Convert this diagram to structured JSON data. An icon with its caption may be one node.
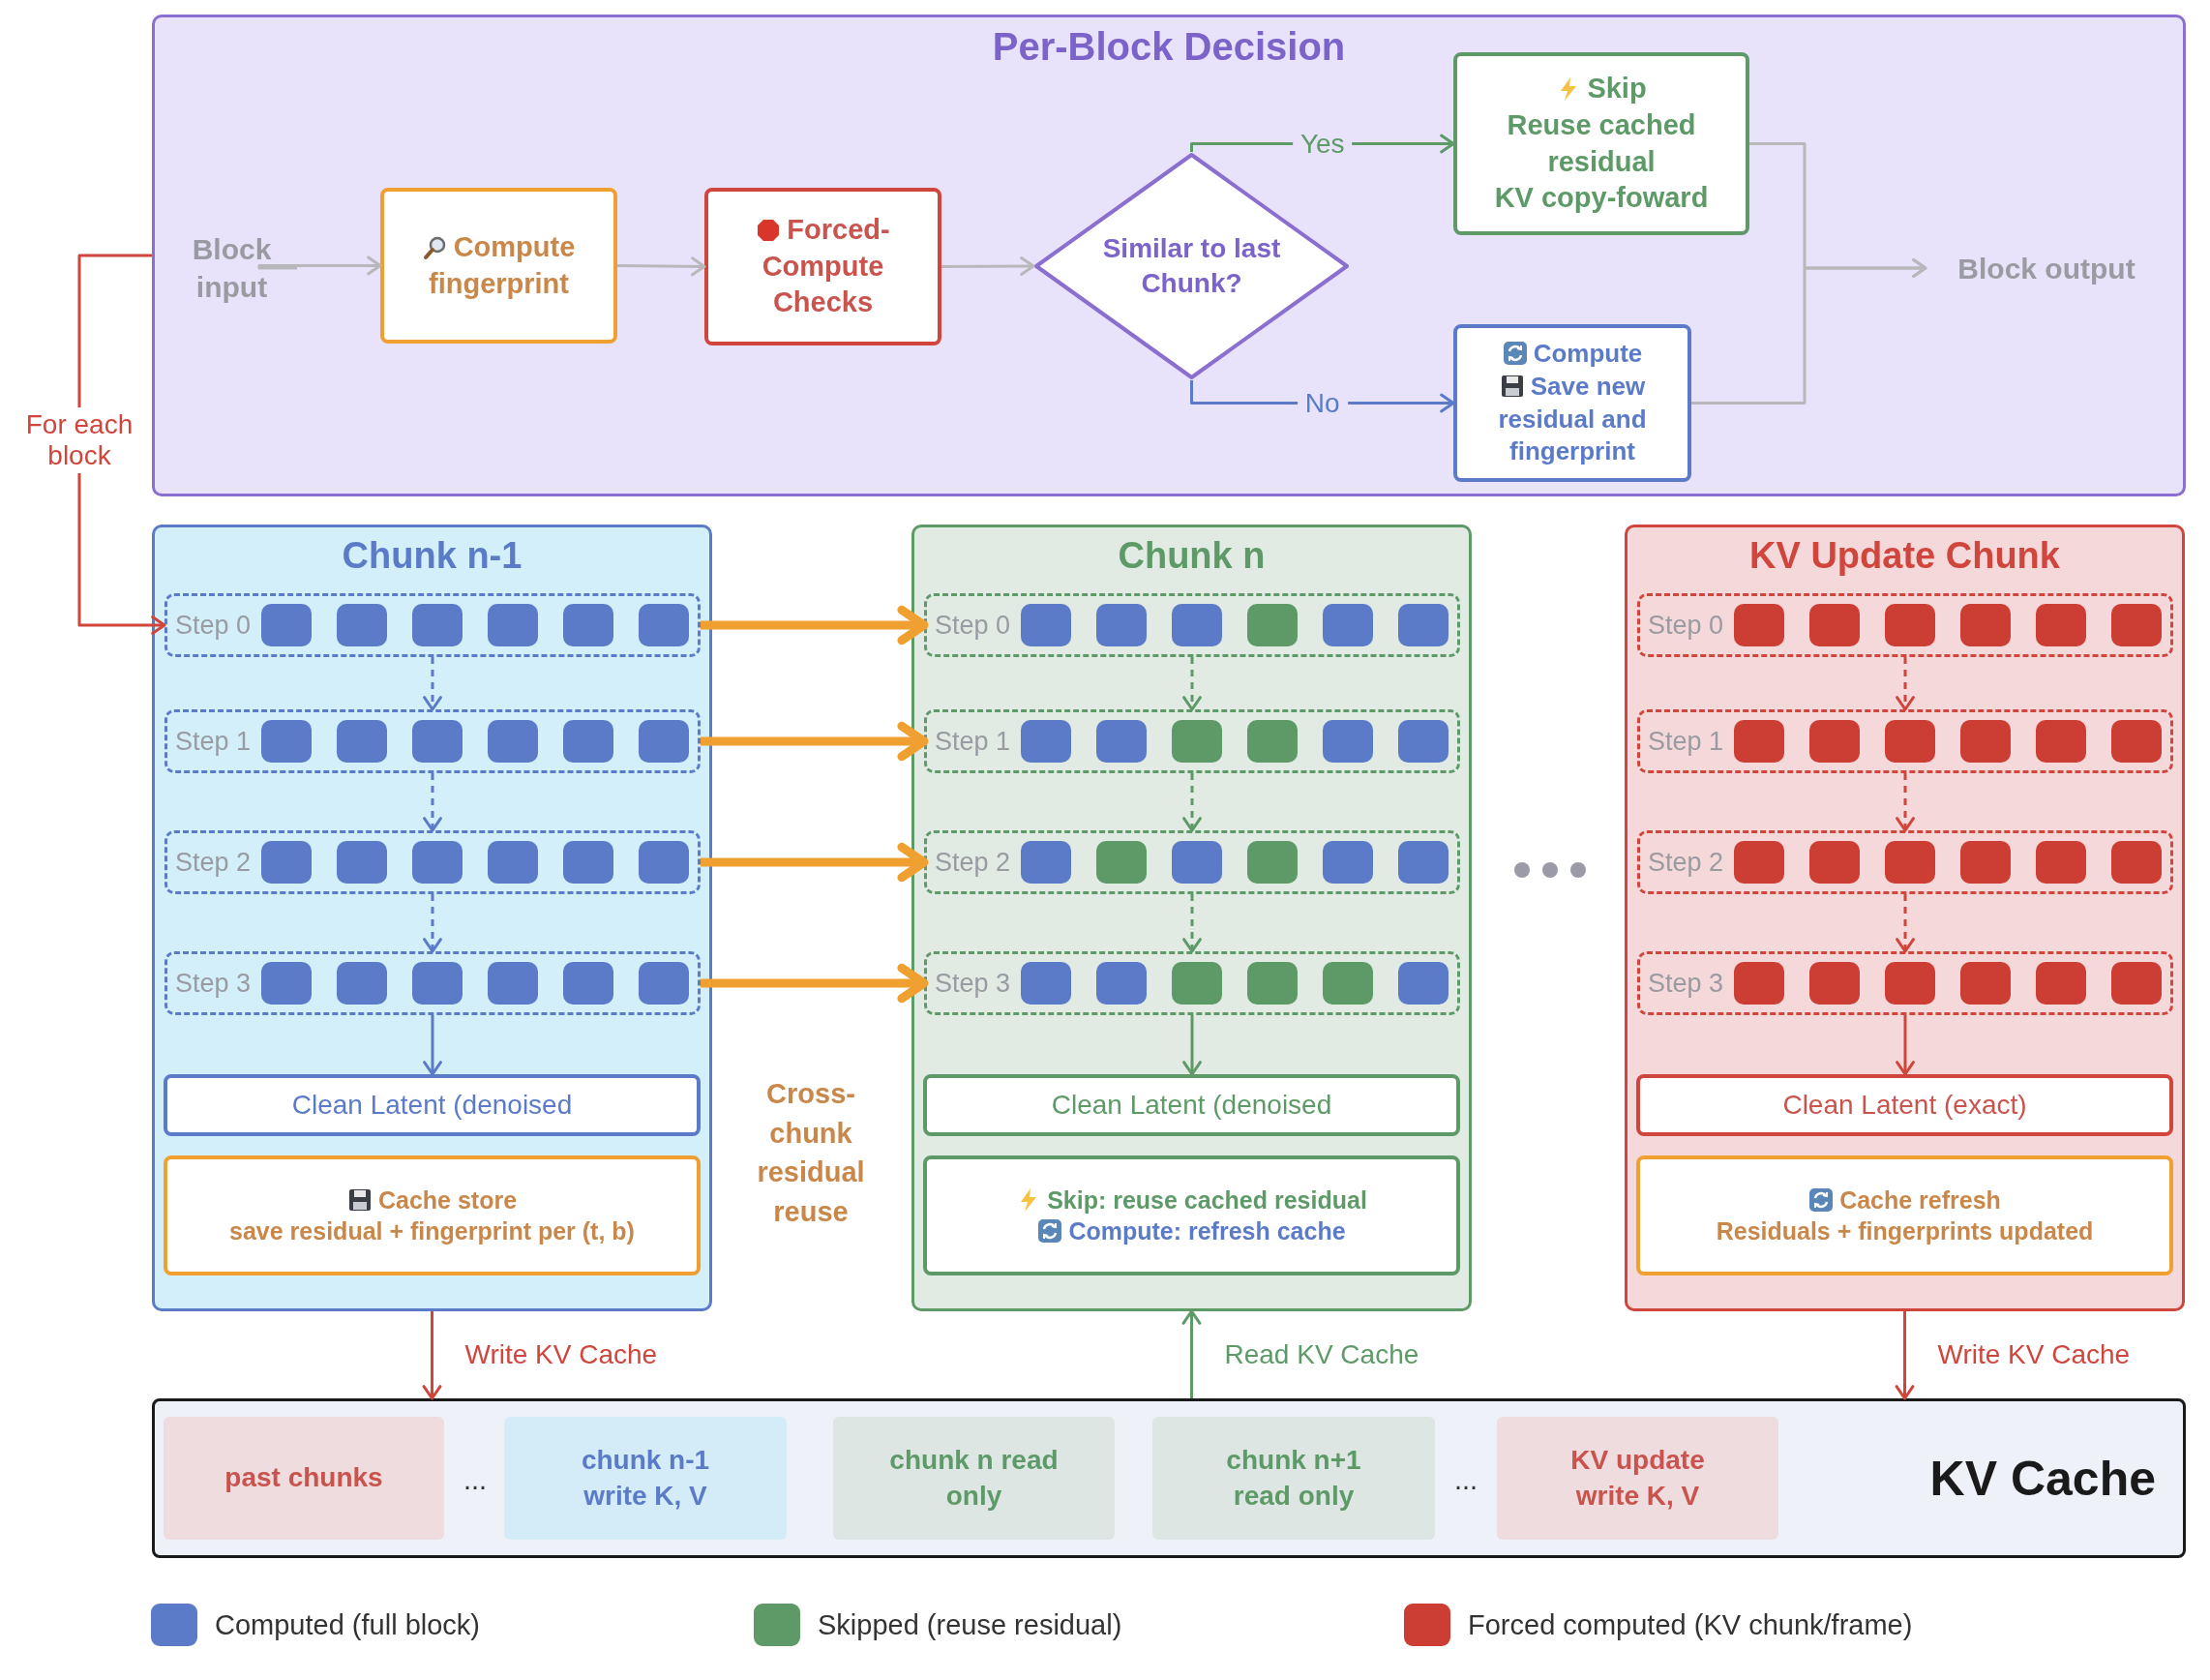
{
  "diagram": {
    "nodes": [
      {
        "text": [
          "Per-Block Decision"
        ]
      },
      {
        "text": [
          "Block input"
        ],
        "in": 0
      },
      {
        "text": [
          "Compute fingerprint"
        ],
        "in": 0
      },
      {
        "text": [
          "Forced-Compute Checks"
        ],
        "in": 0
      },
      {
        "text": [
          "Similar to last Chunk?"
        ],
        "in": 0
      },
      {
        "text": [
          "Skip",
          "Reuse cached residual",
          "KV copy-foward"
        ],
        "in": 0
      },
      {
        "text": [
          "Compute",
          "Save new residual and fingerprint"
        ],
        "in": 0
      },
      {
        "text": [
          "Block output"
        ],
        "in": 0
      },
      {
        "text": [
          "Chunk n-1"
        ]
      },
      {
        "text": [
          "Step 0"
        ],
        "in": 8
      },
      {
        "text": [],
        "shape": "box",
        "in": 9
      },
      {
        "text": [],
        "shape": "box",
        "in": 9
      },
      {
        "text": [],
        "shape": "box",
        "in": 9
      },
      {
        "text": [],
        "shape": "box",
        "in": 9
      },
      {
        "text": [],
        "shape": "box",
        "in": 9
      },
      {
        "text": [],
        "shape": "box",
        "in": 9
      },
      {
        "text": [
          "Step 1"
        ],
        "in": 8
      },
      {
        "text": [],
        "shape": "box",
        "in": 16
      },
      {
        "text": [],
        "shape": "box",
        "in": 16
      },
      {
        "text": [],
        "shape": "box",
        "in": 16
      },
      {
        "text": [],
        "shape": "box",
        "in": 16
      },
      {
        "text": [],
        "shape": "box",
        "in": 16
      },
      {
        "text": [],
        "shape": "box",
        "in": 16
      },
      {
        "text": [
          "Step 2"
        ],
        "in": 8
      },
      {
        "text": [],
        "shape": "box",
        "in": 23
      },
      {
        "text": [],
        "shape": "box",
        "in": 23
      },
      {
        "text": [],
        "shape": "box",
        "in": 23
      },
      {
        "text": [],
        "shape": "box",
        "in": 23
      },
      {
        "text": [],
        "shape": "box",
        "in": 23
      },
      {
        "text": [],
        "shape": "box",
        "in": 23
      },
      {
        "text": [
          "Step 3"
        ],
        "in": 8
      },
      {
        "text": [],
        "shape": "box",
        "in": 30
      },
      {
        "text": [],
        "shape": "box",
        "in": 30
      },
      {
        "text": [],
        "shape": "box",
        "in": 30
      },
      {
        "text": [],
        "shape": "box",
        "in": 30
      },
      {
        "text": [],
        "shape": "box",
        "in": 30
      },
      {
        "text": [],
        "shape": "box",
        "in": 30
      },
      {
        "text": [
          "Clean Latent (denoised"
        ],
        "in": 8
      },
      {
        "text": [
          "Cache store",
          "save residual + fingerprint per (t, b)"
        ],
        "in": 8
      },
      {
        "text": [
          "Chunk n"
        ]
      },
      {
        "text": [
          "Step 0"
        ],
        "in": 39
      },
      {
        "text": [],
        "shape": "box",
        "in": 40
      },
      {
        "text": [],
        "shape": "box",
        "in": 40
      },
      {
        "text": [],
        "shape": "box",
        "in": 40
      },
      {
        "text": [],
        "shape": "box",
        "in": 40
      },
      {
        "text": [],
        "shape": "box",
        "in": 40
      },
      {
        "text": [],
        "shape": "box",
        "in": 40
      },
      {
        "text": [
          "Step 1"
        ],
        "in": 39
      },
      {
        "text": [],
        "shape": "box",
        "in": 47
      },
      {
        "text": [],
        "shape": "box",
        "in": 47
      },
      {
        "text": [],
        "shape": "box",
        "in": 47
      },
      {
        "text": [],
        "shape": "box",
        "in": 47
      },
      {
        "text": [],
        "shape": "box",
        "in": 47
      },
      {
        "text": [],
        "shape": "box",
        "in": 47
      },
      {
        "text": [
          "Step 2"
        ],
        "in": 39
      },
      {
        "text": [],
        "shape": "box",
        "in": 54
      },
      {
        "text": [],
        "shape": "box",
        "in": 54
      },
      {
        "text": [],
        "shape": "box",
        "in": 54
      },
      {
        "text": [],
        "shape": "box",
        "in": 54
      },
      {
        "text": [],
        "shape": "box",
        "in": 54
      },
      {
        "text": [],
        "shape": "box",
        "in": 54
      },
      {
        "text": [
          "Step 3"
        ],
        "in": 39
      },
      {
        "text": [],
        "shape": "box",
        "in": 61
      },
      {
        "text": [],
        "shape": "box",
        "in": 61
      },
      {
        "text": [],
        "shape": "box",
        "in": 61
      },
      {
        "text": [],
        "shape": "box",
        "in": 61
      },
      {
        "text": [],
        "shape": "box",
        "in": 61
      },
      {
        "text": [],
        "shape": "box",
        "in": 61
      },
      {
        "text": [
          "Clean Latent (denoised"
        ],
        "in": 39
      },
      {
        "text": [
          "Skip: reuse cached residual",
          "Compute: refresh cache"
        ],
        "in": 39
      },
      {
        "text": [
          "KV Update Chunk"
        ]
      },
      {
        "text": [
          "Step 0"
        ],
        "in": 70
      },
      {
        "text": [],
        "shape": "box",
        "in": 71
      },
      {
        "text": [],
        "shape": "box",
        "in": 71
      },
      {
        "text": [],
        "shape": "box",
        "in": 71
      },
      {
        "text": [],
        "shape": "box",
        "in": 71
      },
      {
        "text": [],
        "shape": "box",
        "in": 71
      },
      {
        "text": [],
        "shape": "box",
        "in": 71
      },
      {
        "text": [
          "Step 1"
        ],
        "in": 70
      },
      {
        "text": [],
        "shape": "box",
        "in": 78
      },
      {
        "text": [],
        "shape": "box",
        "in": 78
      },
      {
        "text": [],
        "shape": "box",
        "in": 78
      },
      {
        "text": [],
        "shape": "box",
        "in": 78
      },
      {
        "text": [],
        "shape": "box",
        "in": 78
      },
      {
        "text": [],
        "shape": "box",
        "in": 78
      },
      {
        "text": [
          "Step 2"
        ],
        "in": 70
      },
      {
        "text": [],
        "shape": "box",
        "in": 85
      },
      {
        "text": [],
        "shape": "box",
        "in": 85
      },
      {
        "text": [],
        "shape": "box",
        "in": 85
      },
      {
        "text": [],
        "shape": "box",
        "in": 85
      },
      {
        "text": [],
        "shape": "box",
        "in": 85
      },
      {
        "text": [],
        "shape": "box",
        "in": 85
      },
      {
        "text": [
          "Step 3"
        ],
        "in": 70
      },
      {
        "text": [],
        "shape": "box",
        "in": 92
      },
      {
        "text": [],
        "shape": "box",
        "in": 92
      },
      {
        "text": [],
        "shape": "box",
        "in": 92
      },
      {
        "text": [],
        "shape": "box",
        "in": 92
      },
      {
        "text": [],
        "shape": "box",
        "in": 92
      },
      {
        "text": [],
        "shape": "box",
        "in": 92
      },
      {
        "text": [
          "Clean Latent (exact)"
        ],
        "in": 70
      },
      {
        "text": [
          "Cache refresh",
          "Residuals + fingerprints updated"
        ],
        "in": 70
      },
      {
        "text": [
          "KV Cache"
        ]
      },
      {
        "text": [
          "past chunks"
        ],
        "in": 101
      },
      {
        "text": [
          "chunk n-1 write K, V"
        ],
        "in": 101
      },
      {
        "text": [
          "chunk n read only"
        ],
        "in": 101
      },
      {
        "text": [
          "chunk n+1 read only"
        ],
        "in": 101
      },
      {
        "text": [
          "KV update write K, V"
        ],
        "in": 101
      }
    ],
    "edges": [
      {
        "from": 1,
        "to": 2,
        "arrow": "to",
        "color": "#b8b8bc"
      },
      {
        "from": 2,
        "to": 3,
        "arrow": "to",
        "color": "#b8b8bc"
      },
      {
        "from": 3,
        "to": 4,
        "arrow": "to",
        "color": "#b8b8bc"
      },
      {
        "from": 4,
        "to": 5,
        "arrow": "to",
        "label": "Yes",
        "color": "#5e9a68"
      },
      {
        "from": 4,
        "to": 6,
        "arrow": "to",
        "label": "No",
        "color": "#5b7bc8"
      },
      {
        "from": 5,
        "to": 7,
        "arrow": "to",
        "color": "#b8b8bc"
      },
      {
        "from": 6,
        "to": 7,
        "arrow": "to",
        "color": "#b8b8bc"
      },
      {
        "from": 0,
        "to": 9,
        "arrow": "to",
        "label": "For each block",
        "color": "#d0453c"
      },
      {
        "from": 9,
        "to": 16,
        "arrow": "to",
        "style": "dashed",
        "color": "#5b7bc8"
      },
      {
        "from": 16,
        "to": 23,
        "arrow": "to",
        "style": "dashed",
        "color": "#5b7bc8"
      },
      {
        "from": 23,
        "to": 30,
        "arrow": "to",
        "style": "dashed",
        "color": "#5b7bc8"
      },
      {
        "from": 30,
        "to": 37,
        "arrow": "to",
        "color": "#5b7bc8"
      },
      {
        "from": 9,
        "to": 40,
        "arrow": "to",
        "style": "thick",
        "color": "#f0a030"
      },
      {
        "from": 16,
        "to": 47,
        "arrow": "to",
        "style": "thick",
        "color": "#f0a030"
      },
      {
        "from": 23,
        "to": 54,
        "arrow": "to",
        "style": "thick",
        "color": "#f0a030"
      },
      {
        "from": 30,
        "to": 61,
        "arrow": "to",
        "style": "thick",
        "color": "#f0a030"
      },
      {
        "from": 40,
        "to": 47,
        "arrow": "to",
        "style": "dashed",
        "color": "#5e9a68"
      },
      {
        "from": 47,
        "to": 54,
        "arrow": "to",
        "style": "dashed",
        "color": "#5e9a68"
      },
      {
        "from": 54,
        "to": 61,
        "arrow": "to",
        "style": "dashed",
        "color": "#5e9a68"
      },
      {
        "from": 61,
        "to": 68,
        "arrow": "to",
        "color": "#5e9a68"
      },
      {
        "from": 71,
        "to": 78,
        "arrow": "to",
        "style": "dashed",
        "color": "#d0453c"
      },
      {
        "from": 78,
        "to": 85,
        "arrow": "to",
        "style": "dashed",
        "color": "#d0453c"
      },
      {
        "from": 85,
        "to": 92,
        "arrow": "to",
        "style": "dashed",
        "color": "#d0453c"
      },
      {
        "from": 92,
        "to": 99,
        "arrow": "to",
        "color": "#d0453c"
      },
      {
        "from": 8,
        "to": 101,
        "arrow": "to",
        "label": "Write KV Cache",
        "color": "#d0453c"
      },
      {
        "from": 101,
        "to": 39,
        "arrow": "to",
        "label": "Read KV Cache",
        "color": "#5e9a68"
      },
      {
        "from": 70,
        "to": 101,
        "arrow": "to",
        "label": "Write KV Cache",
        "color": "#d0453c"
      }
    ],
    "labels": [
      "Cross-chunk residual reuse",
      "...",
      "..."
    ],
    "legend": [
      {
        "text": "Computed (full block)",
        "color": "#5b7bc8"
      },
      {
        "text": "Skipped (reuse residual)",
        "color": "#5e9a68"
      },
      {
        "text": "Forced computed (KV chunk/frame)",
        "color": "#cc3d33"
      }
    ]
  }
}
